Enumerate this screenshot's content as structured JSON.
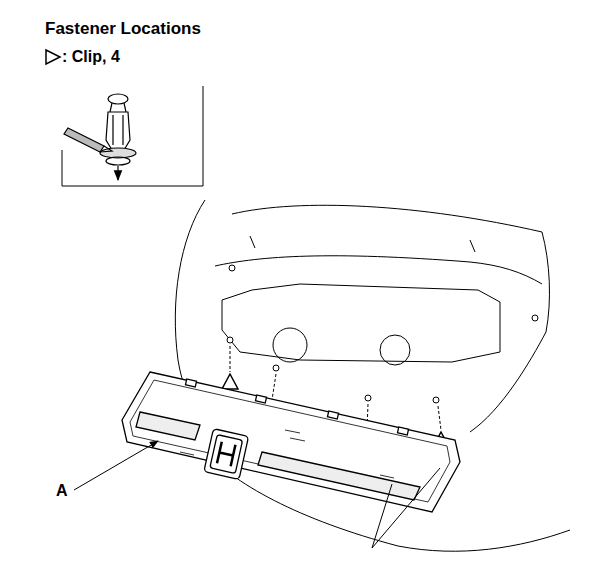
{
  "diagram": {
    "title": "Fastener Locations",
    "labels": [
      ": Clip, 4",
      "A"
    ]
  }
}
